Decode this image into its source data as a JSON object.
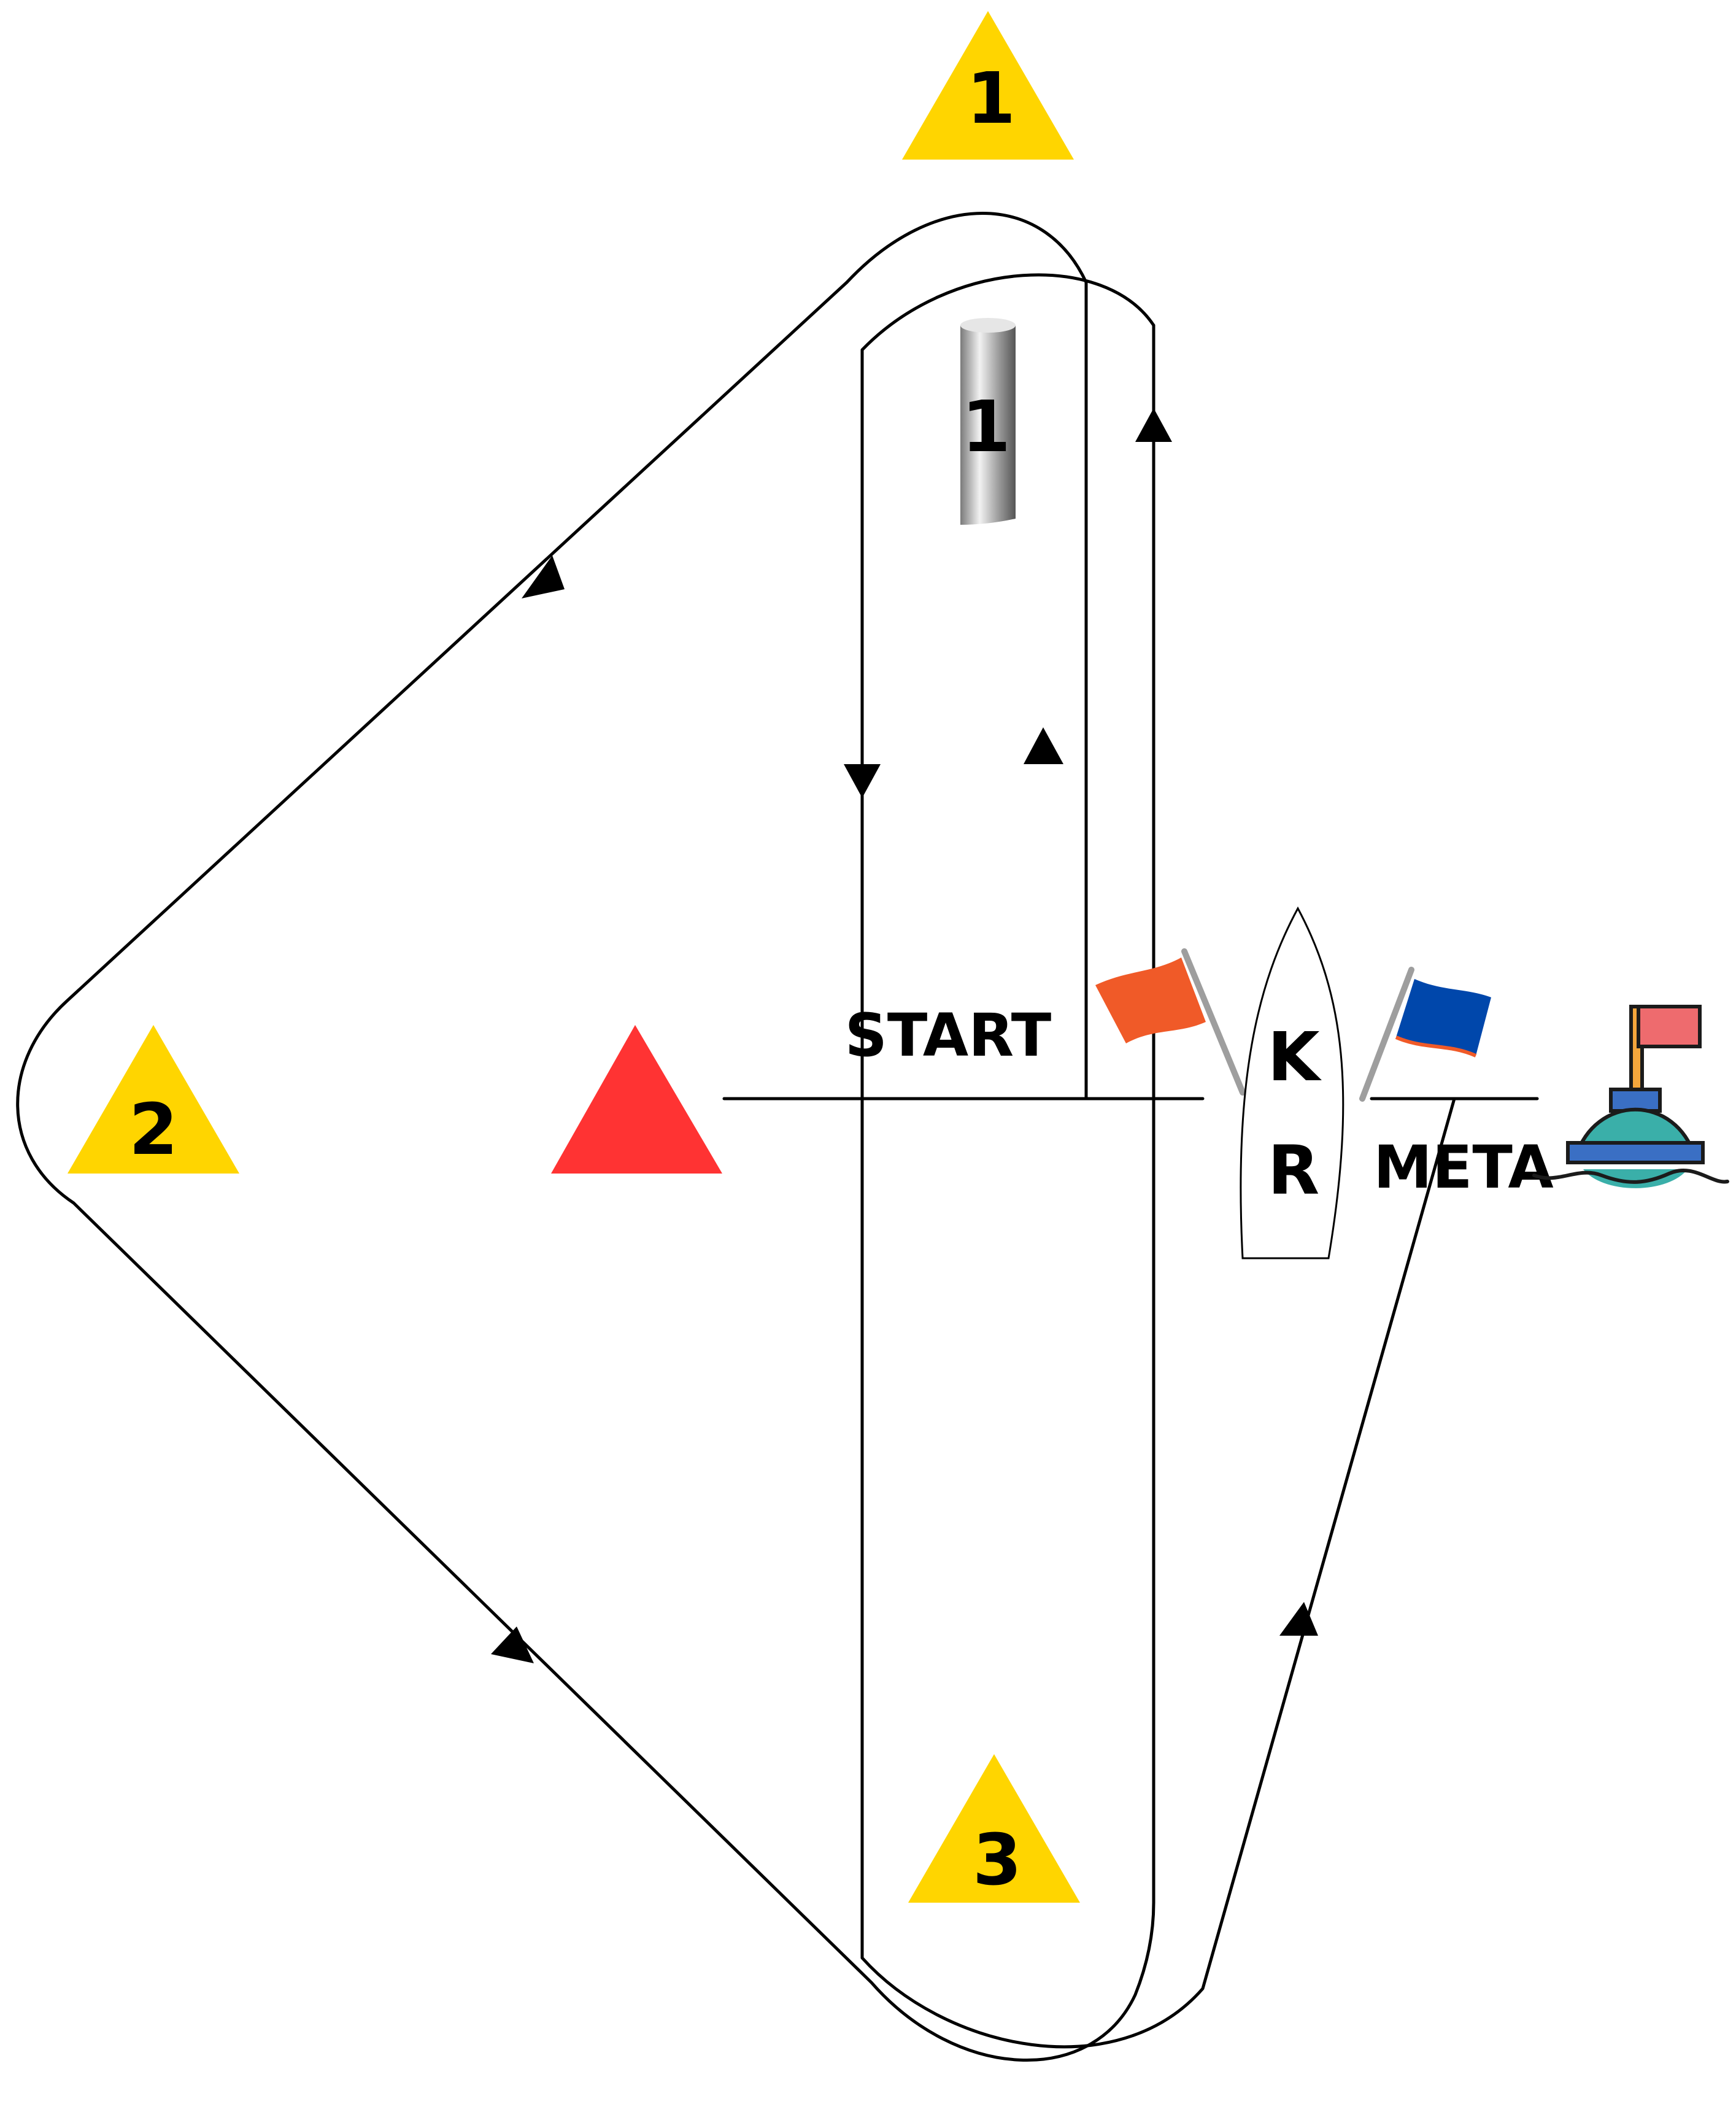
{
  "marks": {
    "mark1_label": "1",
    "mark2_label": "2",
    "mark3_label": "3",
    "offset_mark_label": "1"
  },
  "lines": {
    "start_label": "START",
    "finish_label": "META"
  },
  "committee_boat": {
    "letter_top": "K",
    "letter_bottom": "R"
  },
  "colors": {
    "course_mark": "#FFD500",
    "start_mark": "#FF3333",
    "start_flag": "#F05A28",
    "finish_flag": "#0047AB",
    "buoy_body": "#3AAFA9",
    "buoy_flag": "#EE6B6E",
    "buoy_band": "#3A6FC4"
  },
  "icons": {
    "start_flag": "orange-flag-icon",
    "finish_flag": "blue-flag-icon",
    "finish_buoy": "buoy-icon",
    "offset_mark": "cylinder-buoy-icon"
  }
}
